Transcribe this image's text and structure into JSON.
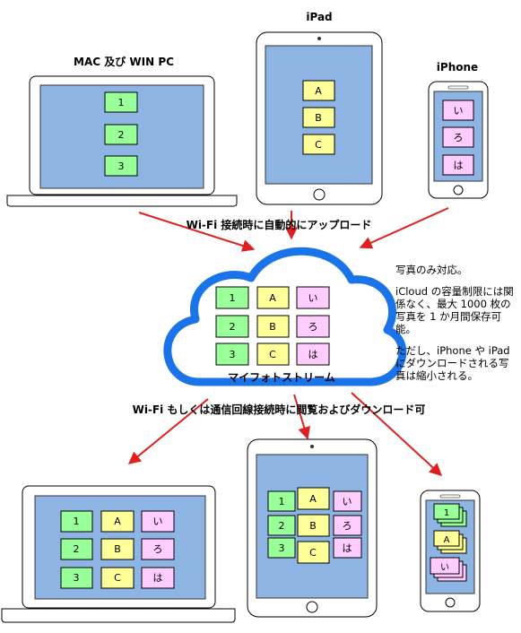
{
  "labels": {
    "mac_pc": "MAC 及び WIN PC",
    "ipad": "iPad",
    "iphone": "iPhone",
    "upload": "Wi-Fi 接続時に自動的にアップロード",
    "cloud": "マイフォトストリーム",
    "download": "Wi-Fi もしくは通信回線接続時に閲覧およびダウンロード可"
  },
  "notes": [
    "写真のみ対応。",
    "iCloud の容量制限には関係なく、最大 1000 枚の写真を 1 か月間保存可能。",
    "ただし、iPhone や iPad にダウンロードされる写真は縮小される。"
  ],
  "photos": {
    "pc": [
      "1",
      "2",
      "3"
    ],
    "ipad": [
      "A",
      "B",
      "C"
    ],
    "iphone": [
      "い",
      "ろ",
      "は"
    ]
  },
  "colors": {
    "screen": "#8eb4e3",
    "photo_pc": "#99ff99",
    "photo_ipad": "#ffff99",
    "photo_iphone": "#ffccff",
    "arrow": "#e02020",
    "cloud": "#1a73e8"
  }
}
